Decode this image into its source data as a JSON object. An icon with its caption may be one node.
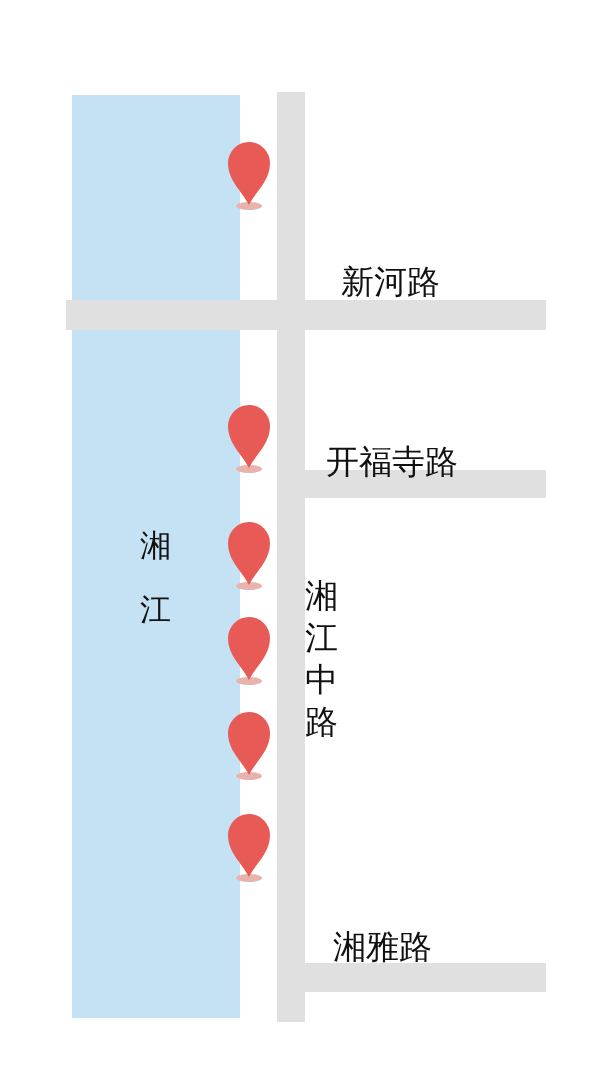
{
  "diagram": {
    "nodes": [
      {
        "text": [
          "湘江"
        ]
      }
    ],
    "labels": [
      "新河路",
      "开福寺路",
      "湘江中路",
      "湘雅路"
    ]
  }
}
